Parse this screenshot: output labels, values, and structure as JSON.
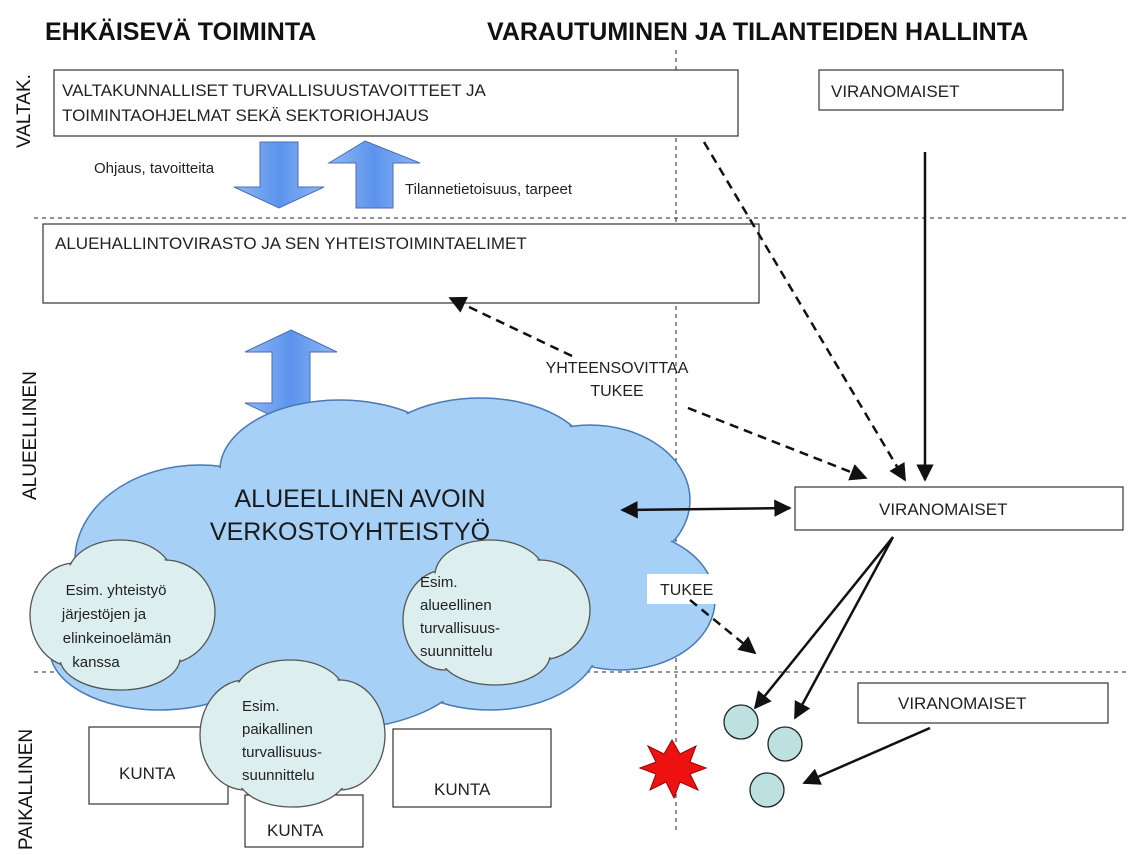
{
  "headers": {
    "left": "EHKÄISEVÄ TOIMINTA",
    "right": "VARAUTUMINEN JA TILANTEIDEN HALLINTA"
  },
  "side_labels": {
    "national": "VALTAK.",
    "regional": "ALUEELLINEN",
    "local": "PAIKALLINEN"
  },
  "boxes": {
    "national_goals_line1": "VALTAKUNNALLISET TURVALLISUUSTAVOITTEET JA",
    "national_goals_line2": "TOIMINTAOHJELMAT SEKÄ SEKTORIOHJAUS",
    "authorities_national": "VIRANOMAISET",
    "regional_agency": "ALUEHALLINTOVIRASTO JA SEN YHTEISTOIMINTAELIMET",
    "authorities_regional": "VIRANOMAISET",
    "authorities_local": "VIRANOMAISET",
    "municipality_1": "KUNTA",
    "municipality_2": "KUNTA",
    "municipality_3": "KUNTA"
  },
  "arrows": {
    "down_label": "Ohjaus, tavoitteita",
    "up_label": "Tilannetietoisuus, tarpeet",
    "coordinate_line1": "YHTEENSOVITTAA",
    "coordinate_line2": "TUKEE",
    "supports": "TUKEE"
  },
  "clouds": {
    "main_line1": "ALUEELLINEN AVOIN",
    "main_line2": "VERKOSTOYHTEISTYÖ",
    "cooperation": [
      "Esim. yhteistyö",
      "järjestöjen ja",
      "elinkeinoelämän",
      "kanssa"
    ],
    "regional_planning": [
      "Esim.",
      "alueellinen",
      "turvallisuus-",
      "suunnittelu"
    ],
    "local_planning": [
      "Esim.",
      "paikallinen",
      "turvallisuus-",
      "suunnittelu"
    ]
  },
  "colors": {
    "main_cloud": "#a6d0f5",
    "small_cloud": "#dcefee",
    "block_arrow": "#6a9ef0",
    "incident_circle": "#bde0e0",
    "incident_star": "#ee1111"
  }
}
